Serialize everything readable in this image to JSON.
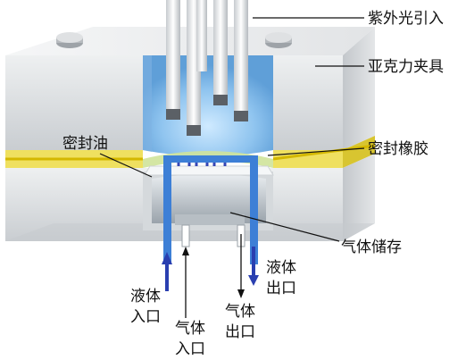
{
  "labels": {
    "uv_lead_in": "紫外光引入",
    "acrylic_clamp": "亚克力夹具",
    "sealing_oil": "密封油",
    "sealing_rubber": "密封橡胶",
    "gas_storage": "气体储存",
    "liquid_outlet_1": "液体",
    "liquid_outlet_2": "出口",
    "liquid_inlet_1": "液体",
    "liquid_inlet_2": "入口",
    "gas_inlet_1": "气体",
    "gas_inlet_2": "入口",
    "gas_outlet_1": "气体",
    "gas_outlet_2": "出口"
  },
  "colors": {
    "clamp_face": "#dcdfe2",
    "clamp_top": "#f1f2f3",
    "clamp_shadow": "#b9bdc1",
    "seal_rubber": "#e8d21c",
    "liquid_blue": "#3d7fd6",
    "glow_blue": "#9fd0f4",
    "channel_blue": "#2a3fb0",
    "fiber": "#e6e8ea",
    "oil_green": "#cfe39a"
  }
}
